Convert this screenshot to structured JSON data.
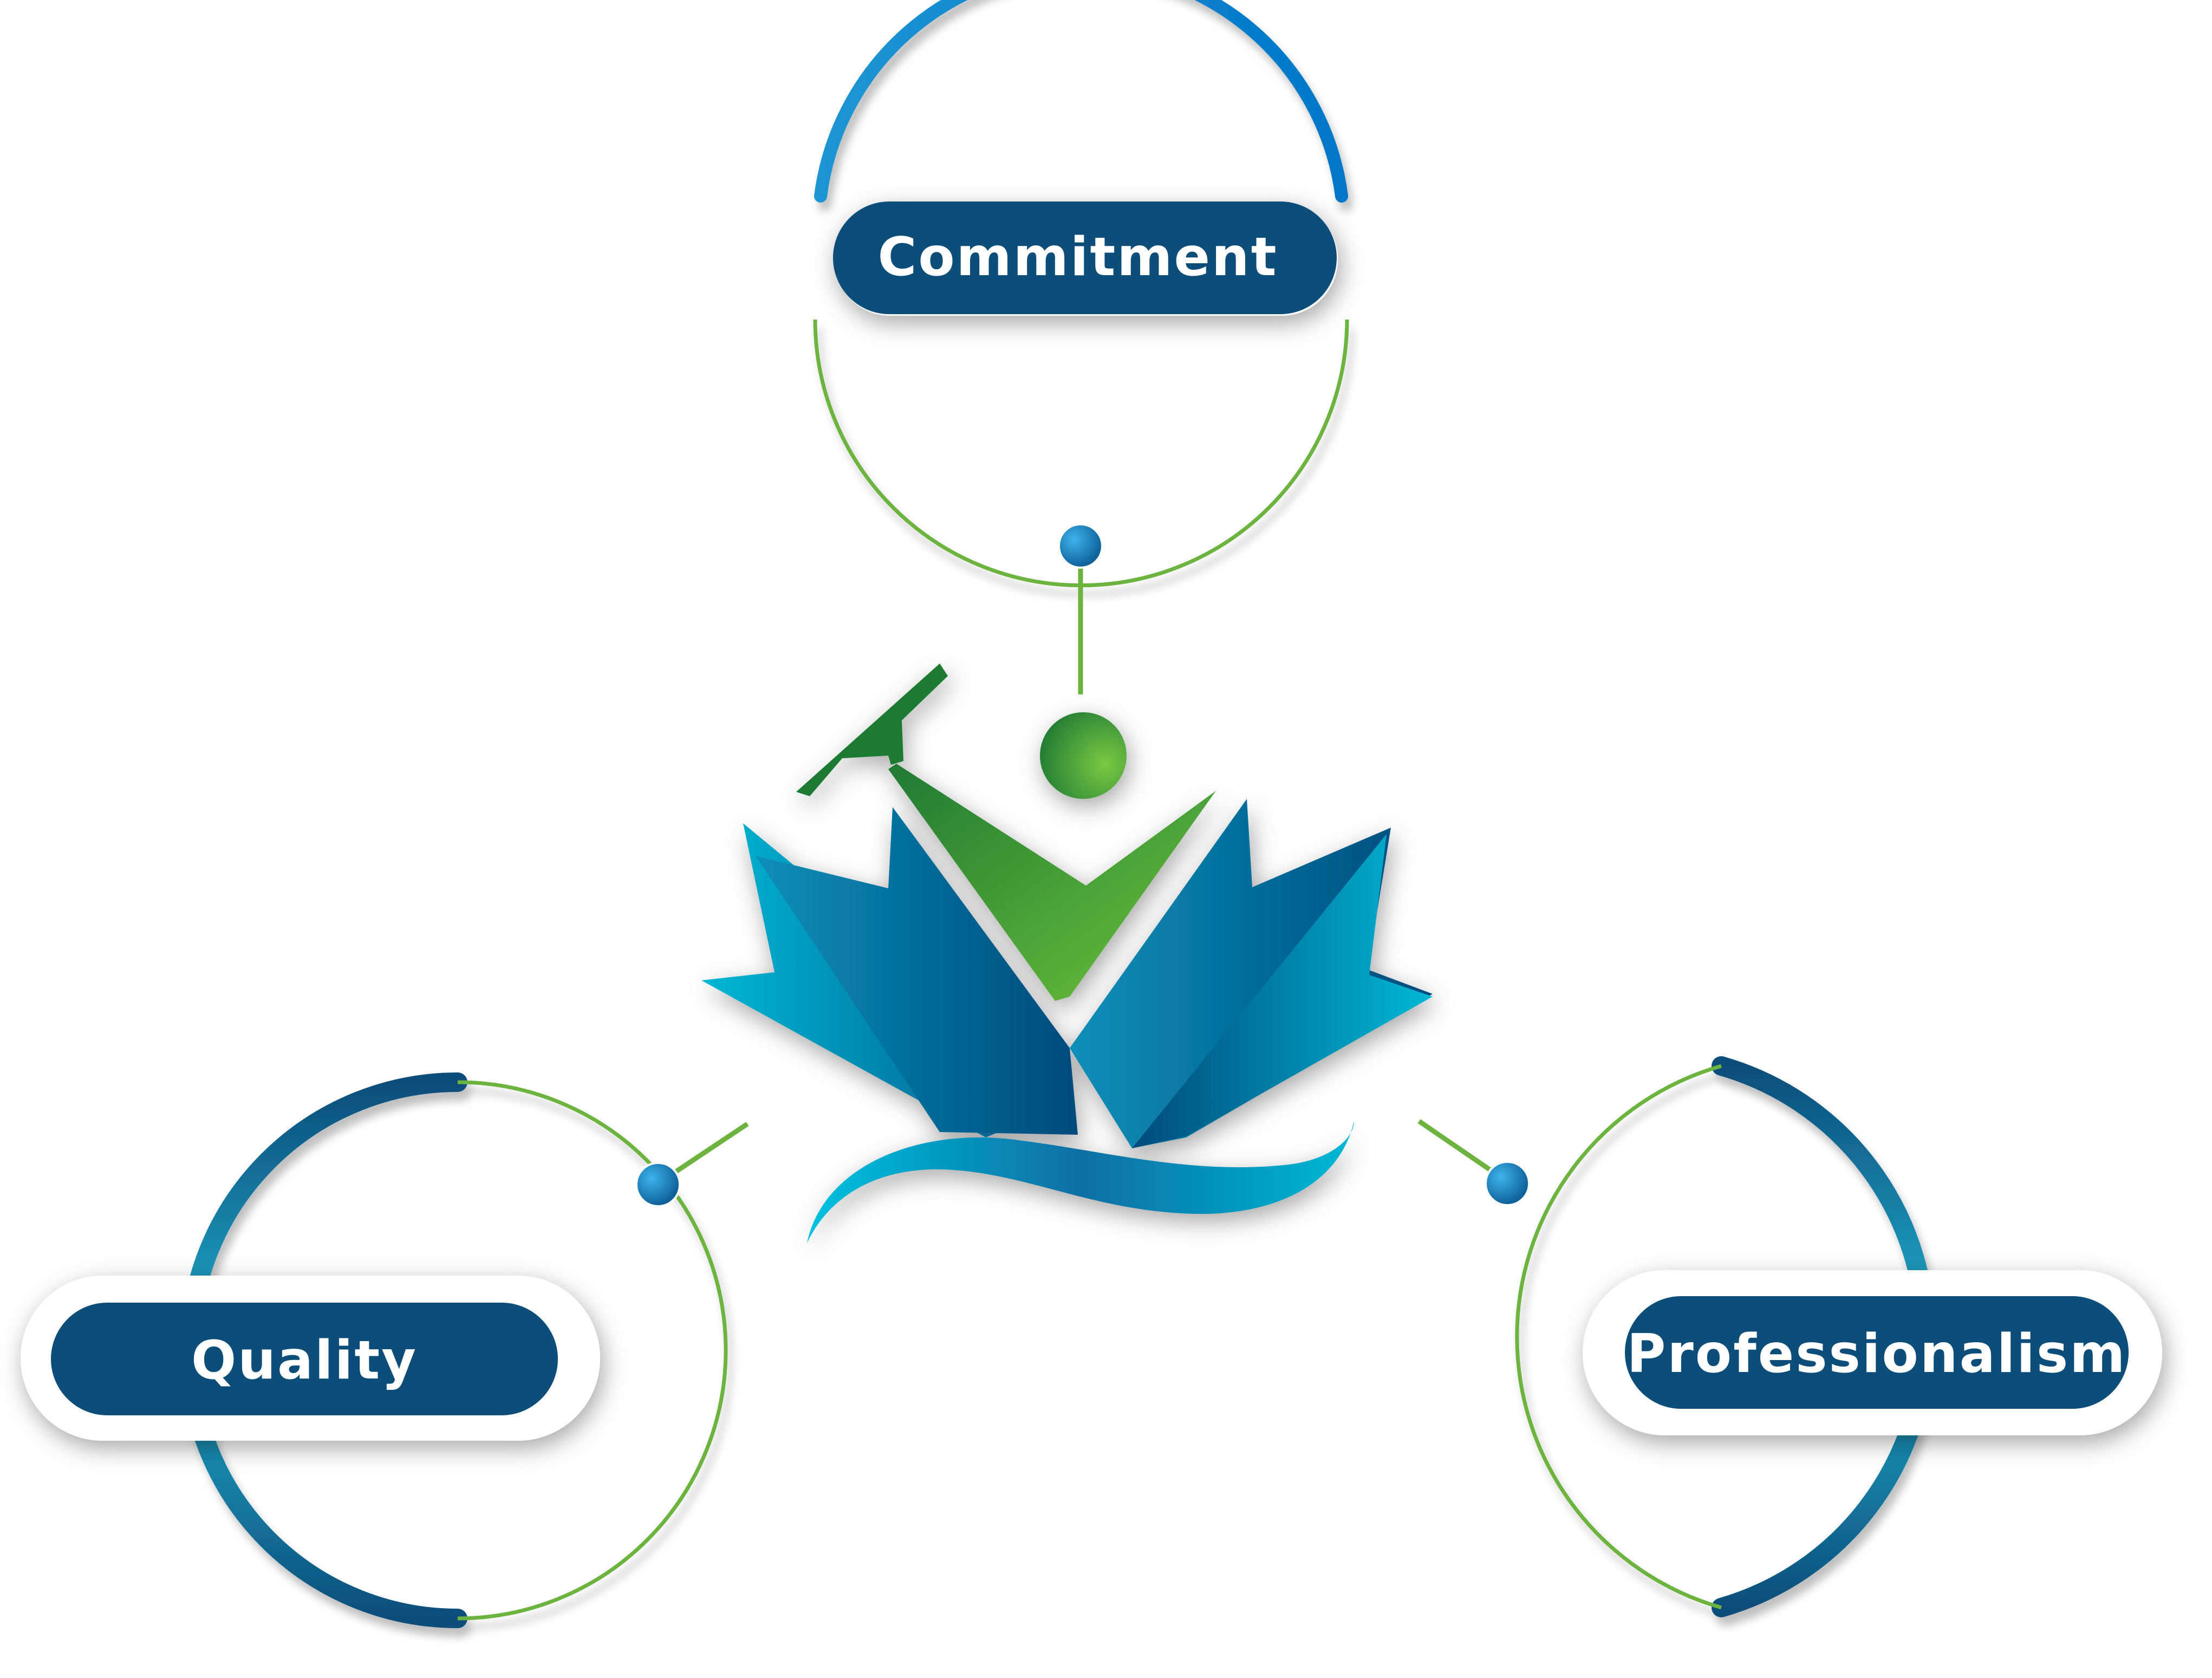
{
  "values": {
    "top": {
      "label": "Commitment"
    },
    "left": {
      "label": "Quality"
    },
    "right": {
      "label": "Professionalism"
    }
  },
  "colors": {
    "navy": "#0b4d7a",
    "blue_light": "#1e95d3",
    "teal": "#22a8c8",
    "green": "#6db33f",
    "green_dark": "#1f7a33",
    "leaf_cyan": "#00b8d4",
    "leaf_navy": "#004a7c"
  },
  "icons": {
    "logo": "lotus-leaves-with-checkmark-and-figure-icon"
  }
}
